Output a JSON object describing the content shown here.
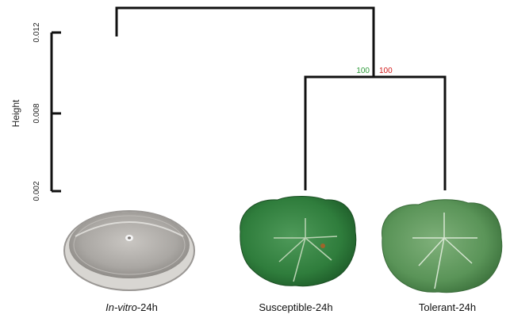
{
  "axis": {
    "title": "Height",
    "ticks": [
      "0.012",
      "0.008",
      "0.002"
    ]
  },
  "support_values": {
    "green": "100",
    "red": "100",
    "green_color": "#2e9a3a",
    "red_color": "#d11a1a"
  },
  "leaves": {
    "invitro_italic": "In-vitro",
    "invitro_suffix": "-24h",
    "susceptible": "Susceptible-24h",
    "tolerant": "Tolerant-24h"
  },
  "images": {
    "invitro": "petri-dish-photo",
    "susceptible": "susceptible-leaf-photo",
    "tolerant": "tolerant-leaf-photo"
  }
}
